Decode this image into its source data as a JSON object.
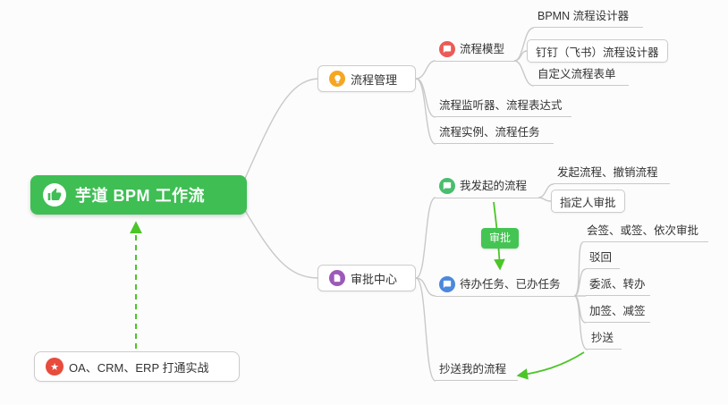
{
  "colors": {
    "background": "#FCFCFC",
    "root_green": "#3FBE54",
    "badge_green": "#44C553",
    "arrow_green": "#4CC528",
    "line_gray": "#C9C9C9",
    "border_gray": "#CCCCCC",
    "text_dark": "#333333",
    "icon_orange": "#F5A623",
    "icon_red": "#EC5B56",
    "icon_green": "#49BE6E",
    "icon_blue": "#4A89DC",
    "icon_purple": "#9C59B8",
    "icon_star_red": "#E74C3C"
  },
  "root": {
    "label": "芋道 BPM 工作流"
  },
  "process_management": {
    "label": "流程管理",
    "model": {
      "label": "流程模型"
    },
    "bpmn_designer": {
      "label": "BPMN 流程设计器"
    },
    "dingtalk_designer": {
      "label": "钉钉（飞书）流程设计器"
    },
    "custom_form": {
      "label": "自定义流程表单"
    },
    "listener_expression": {
      "label": "流程监听器、流程表达式"
    },
    "instance_task": {
      "label": "流程实例、流程任务"
    }
  },
  "approval_center": {
    "label": "审批中心",
    "my_initiated": {
      "label": "我发起的流程"
    },
    "initiate_cancel": {
      "label": "发起流程、撤销流程"
    },
    "assignee_approval": {
      "label": "指定人审批"
    },
    "approval_arrow": {
      "label": "审批"
    },
    "todo_done": {
      "label": "待办任务、已办任务"
    },
    "countersign_orsign": {
      "label": "会签、或签、依次审批"
    },
    "reject": {
      "label": "驳回"
    },
    "delegate_transfer": {
      "label": "委派、转办"
    },
    "add_reduce_sign": {
      "label": "加签、减签"
    },
    "cc": {
      "label": "抄送"
    },
    "cc_my_process": {
      "label": "抄送我的流程"
    }
  },
  "integration": {
    "label": "OA、CRM、ERP 打通实战"
  }
}
